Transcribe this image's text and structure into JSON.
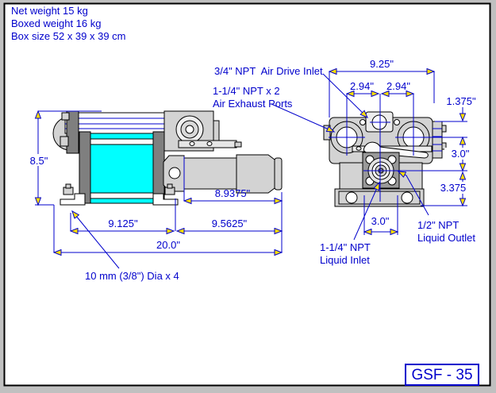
{
  "page": {
    "bg": "#c0c0c0",
    "sheet_bg": "#ffffff",
    "sheet_border": "#000000"
  },
  "colors": {
    "accent_blue": "#0000cc",
    "arrow_fill": "#ffdf00",
    "body_light_gray": "#d3d3d3",
    "body_dark_gray": "#7f7f7f",
    "flange_gray": "#9a9a9a",
    "cylinder_cyan": "#00ffff"
  },
  "info_box": {
    "line1": "Net weight 15 kg",
    "line2": "Boxed weight 16 kg",
    "line3": "Box size 52 x 39 x 39 cm"
  },
  "callouts": {
    "air_drive_inlet": "3/4\" NPT  Air Drive Inlet",
    "air_exhaust_1": "1-1/4\" NPT x 2",
    "air_exhaust_2": "Air Exhaust Ports",
    "liquid_outlet_1": "1/2\" NPT",
    "liquid_outlet_2": "Liquid Outlet",
    "liquid_inlet_1": "1-1/4\" NPT",
    "liquid_inlet_2": "Liquid Inlet",
    "mounting_holes": "10 mm (3/8\") Dia x 4"
  },
  "dims_side_view": {
    "overall_height": "8.5\"",
    "hydraulic_section": "8.9375\"",
    "air_drive_section": "9.125\"",
    "outlet_section": "9.5625\"",
    "overall_length": "20.0\""
  },
  "dims_end_view": {
    "overall_width": "9.25\"",
    "port_spacing_left": "2.94\"",
    "port_spacing_right": "2.94\"",
    "top_to_center": "1.375\"",
    "center_to_outlet": "3.0\"",
    "outlet_to_base": "3.375",
    "base_hole_spacing": "3.0\""
  },
  "model_label": "GSF - 35"
}
